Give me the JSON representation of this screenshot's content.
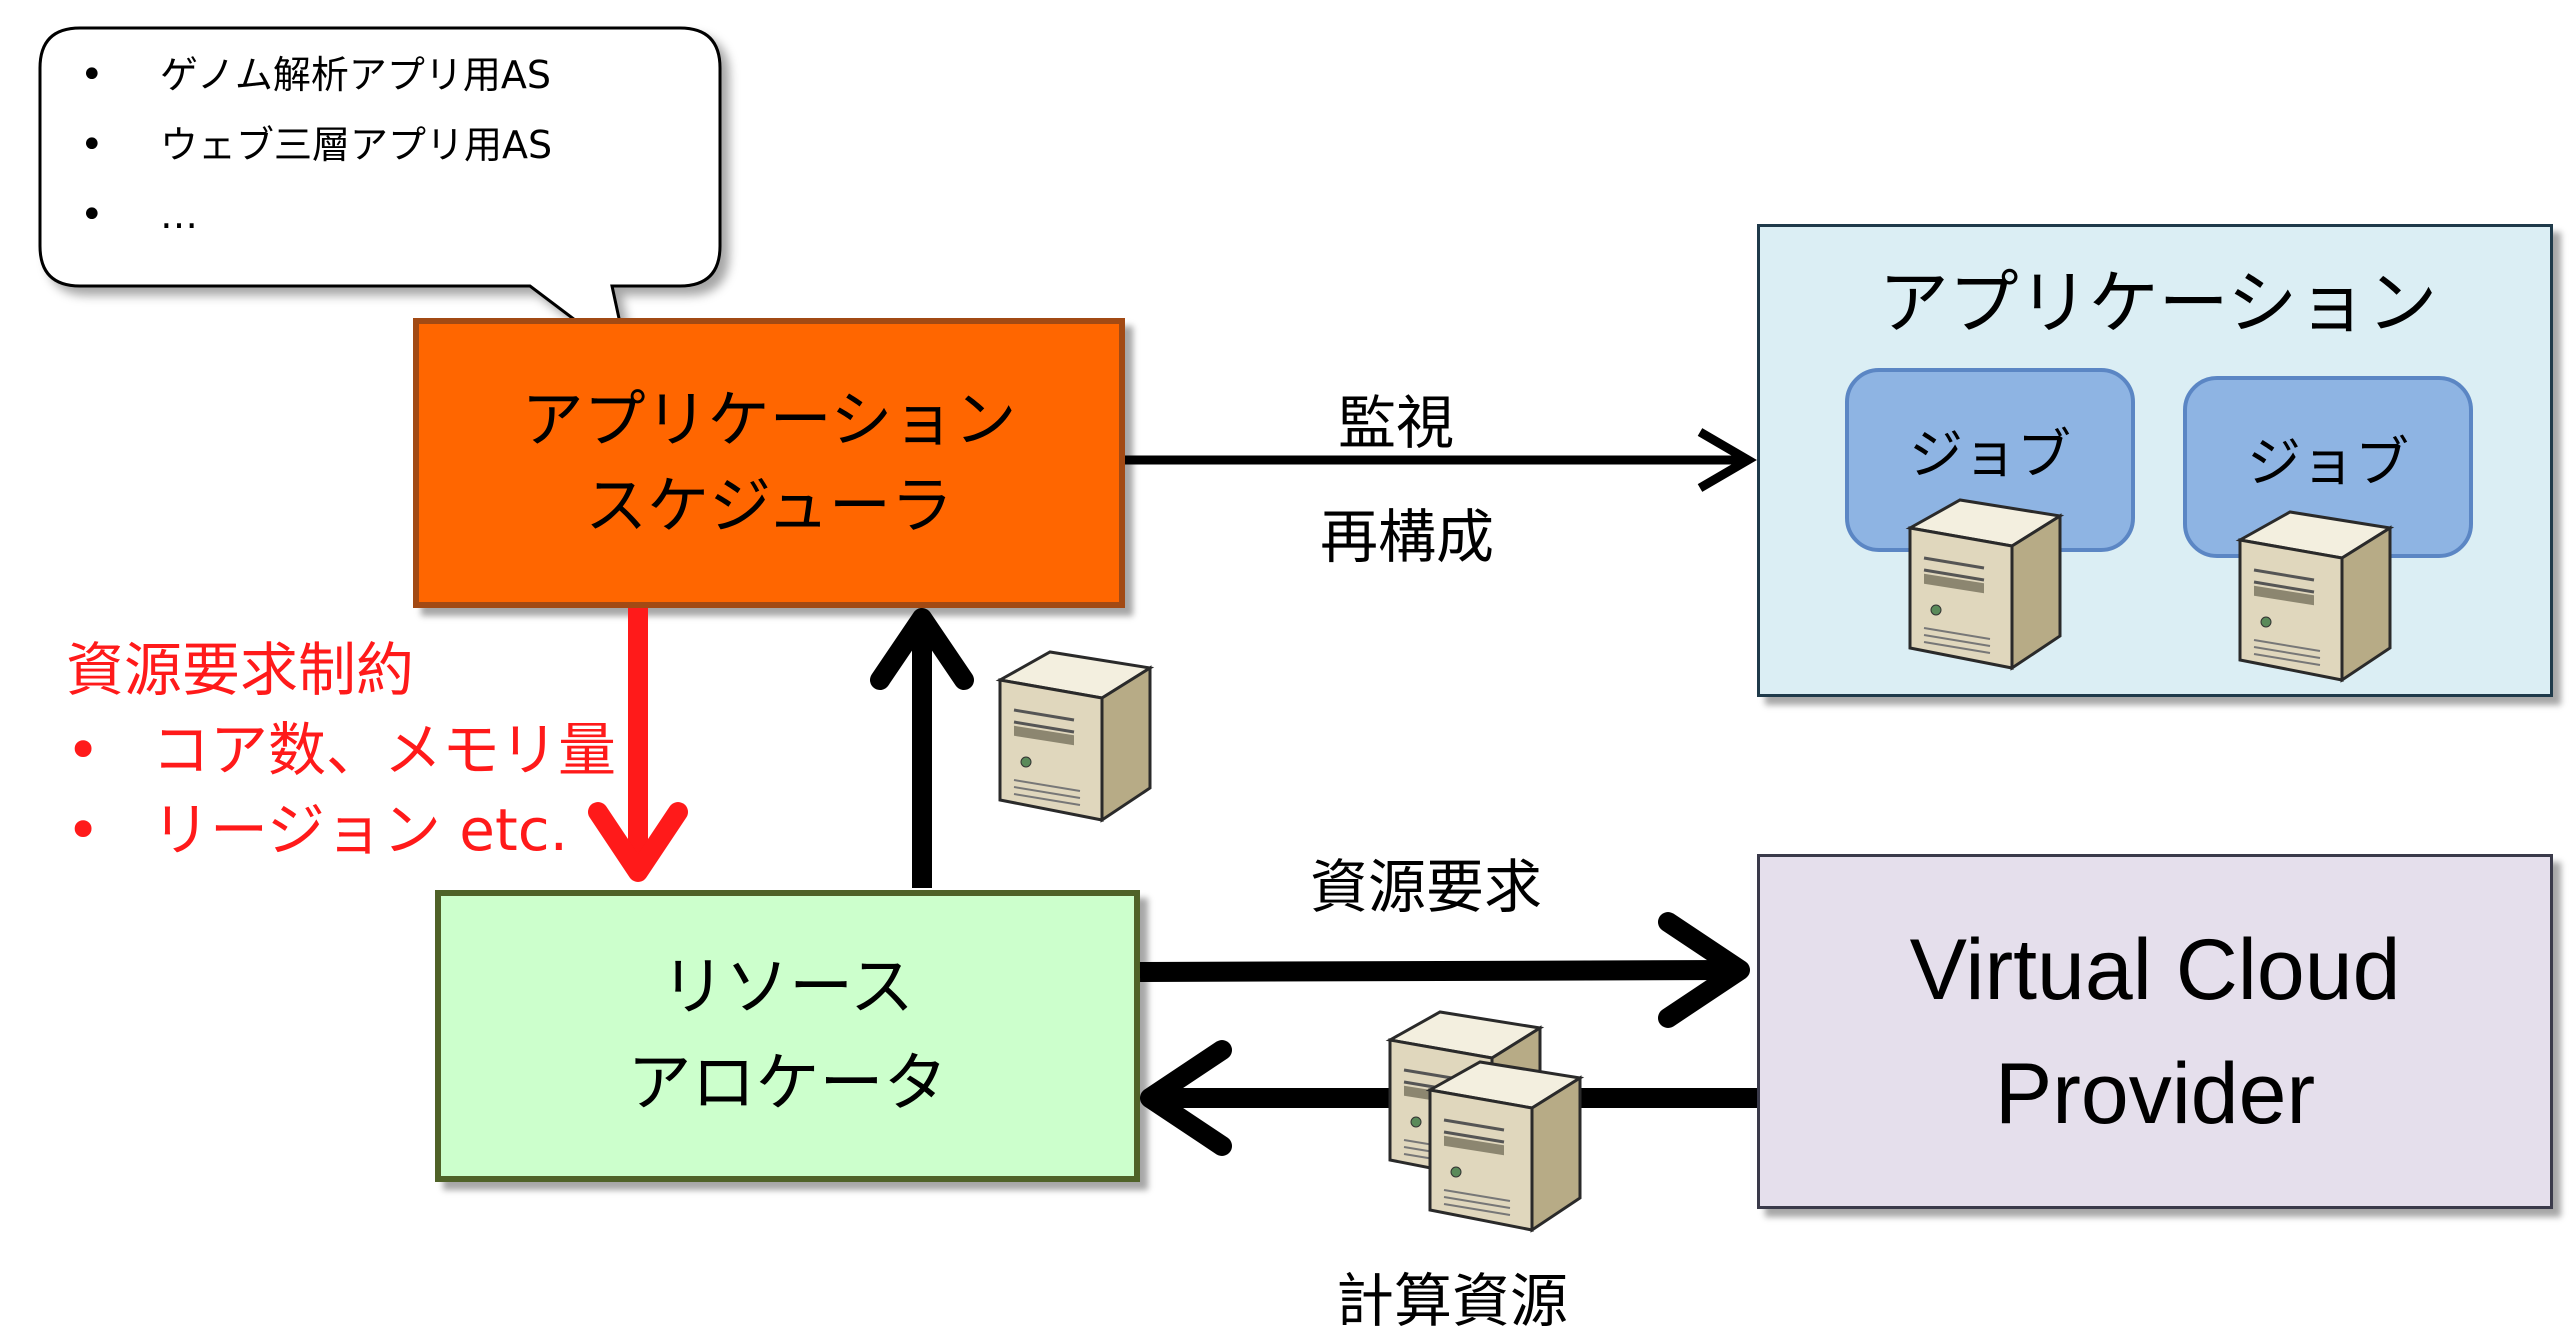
{
  "bubble": {
    "items": [
      "ゲノム解析アプリ用AS",
      "ウェブ三層アプリ用AS",
      "…"
    ]
  },
  "scheduler": {
    "line1": "アプリケーション",
    "line2": "スケジューラ",
    "color": "#ff6600"
  },
  "allocator": {
    "line1": "リソース",
    "line2": "アロケータ",
    "color": "#ccffcc"
  },
  "application": {
    "title": "アプリケーション",
    "job1": "ジョブ",
    "job2": "ジョブ",
    "color": "#dbeef4"
  },
  "provider": {
    "line1": "Virtual Cloud",
    "line2": "Provider",
    "color": "#e5dfec"
  },
  "labels": {
    "monitor": "監視",
    "reconfigure": "再構成",
    "resource_request": "資源要求",
    "compute_resources": "計算資源"
  },
  "constraints": {
    "title": "資源要求制約",
    "items": [
      "コア数、メモリ量",
      "リージョン etc."
    ],
    "color": "#ff1a1a"
  },
  "icons": [
    "speech-bubble",
    "server-icon"
  ]
}
